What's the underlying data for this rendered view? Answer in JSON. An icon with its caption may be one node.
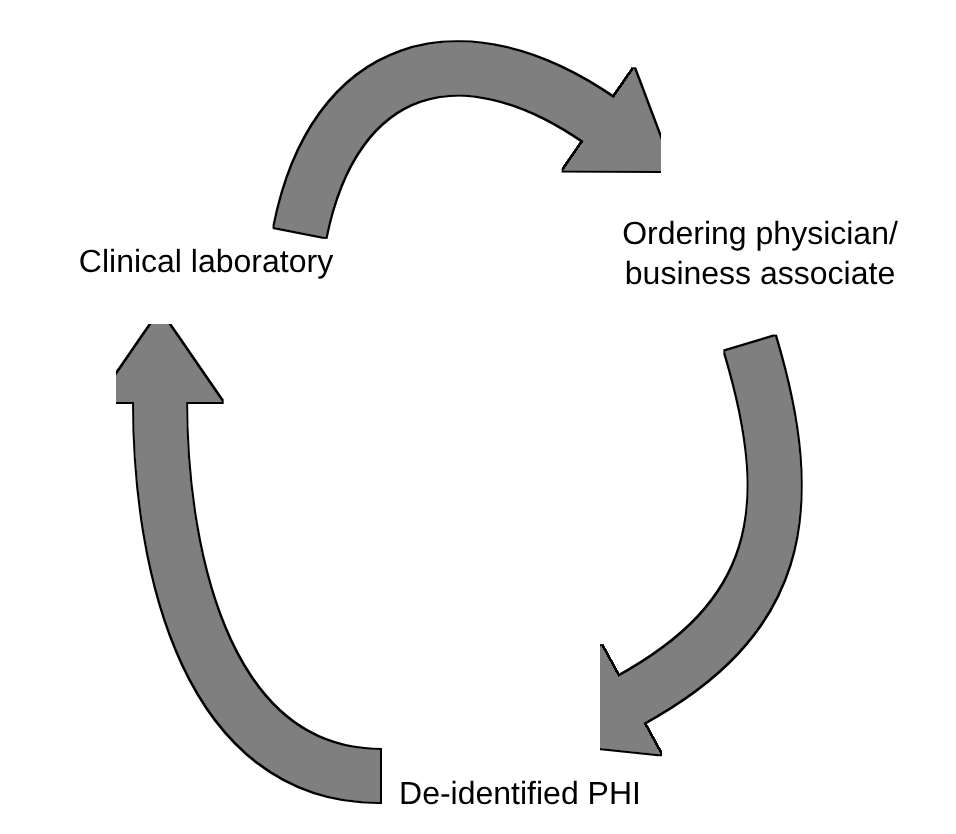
{
  "diagram": {
    "nodes": [
      {
        "text": [
          "Clinical laboratory"
        ]
      },
      {
        "text": [
          "Ordering physician/ business associate"
        ]
      },
      {
        "text": [
          "De-identified PHI"
        ]
      }
    ],
    "edges": [
      {
        "from": 0,
        "to": 1,
        "arrow": "to"
      },
      {
        "from": 1,
        "to": 2,
        "arrow": "to"
      },
      {
        "from": 2,
        "to": 0,
        "arrow": "to"
      }
    ]
  }
}
